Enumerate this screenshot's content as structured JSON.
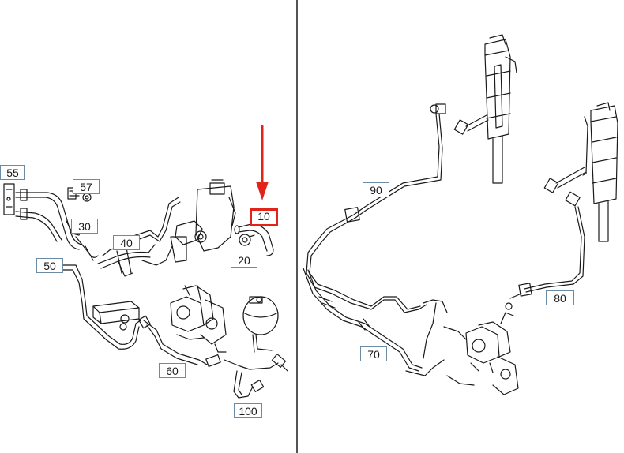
{
  "diagram": {
    "panels": [
      "left-assembly",
      "right-assembly"
    ],
    "highlight_color": "#e2231a",
    "line_color": "#1a1a1a",
    "label_border_color": "#6b8aa3",
    "highlighted_part": "10",
    "callouts": {
      "c55": "55",
      "c57": "57",
      "c30": "30",
      "c40": "40",
      "c50": "50",
      "c10": "10",
      "c20": "20",
      "c60": "60",
      "c100": "100",
      "c90": "90",
      "c80": "80",
      "c70": "70"
    }
  }
}
